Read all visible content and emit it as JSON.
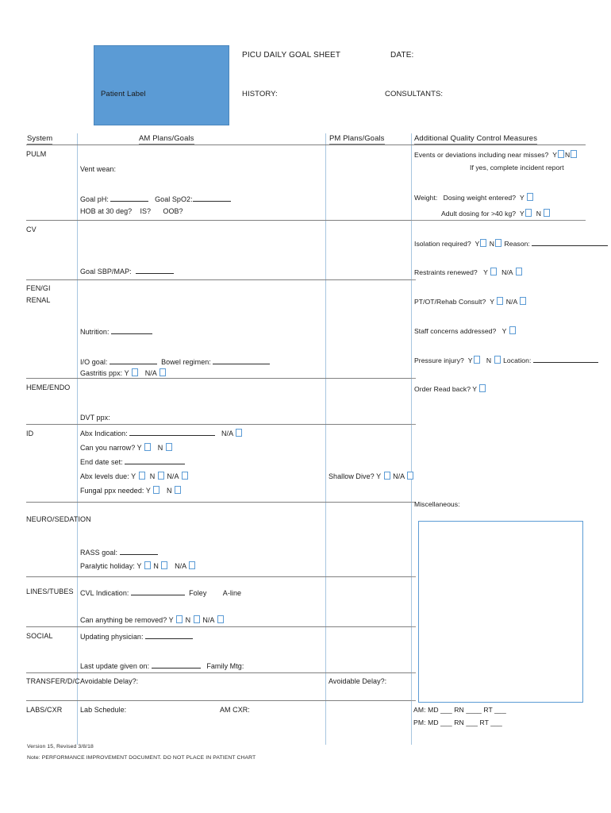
{
  "document": {
    "title": "PICU DAILY GOAL SHEET",
    "date_label": "DATE:",
    "history_label": "HISTORY:",
    "consultants_label": "CONSULTANTS:",
    "patient_label": "Patient Label",
    "patient_label_color": "#5b9bd5"
  },
  "columns": {
    "system": "System",
    "am": "AM Plans/Goals",
    "pm": "PM Plans/Goals",
    "quality": "Additional Quality Control Measures"
  },
  "rows": [
    {
      "system": "PULM",
      "am_lines": [
        "Vent wean:",
        "Goal pH: ________     Goal SpO2:________",
        "HOB at 30 deg?      IS?        OOB?"
      ]
    },
    {
      "system": "CV",
      "am_lines": [
        "Goal SBP/MAP:  _______"
      ]
    },
    {
      "system": "FEN/GI",
      "system2": "RENAL",
      "am_lines": [
        "Nutrition: ________",
        "I/O goal: _________ Bowel regimen: ___________",
        "Gastritis ppx: Y [ ]   N/A [ ]"
      ]
    },
    {
      "system": "HEME/ENDO",
      "am_lines": [
        "DVT ppx:"
      ]
    },
    {
      "system": "ID",
      "am_lines": [
        "Abx Indication: ________________   N/A [ ]",
        "Can you narrow? Y [ ]    N [ ]",
        "End date set: _____________",
        "Abx levels due: Y [ ]  N [ ] N/A [ ]",
        "Fungal ppx needed: Y [ ]   N [ ]"
      ],
      "pm_lines": [
        "Shallow Dive? Y [ ] N/A [ ]"
      ]
    },
    {
      "system": "NEURO/SEDATION",
      "am_lines": [
        "RASS goal: ________",
        "Paralytic holiday: Y [ ] N [ ]   N/A [ ]"
      ]
    },
    {
      "system": "LINES/TUBES",
      "am_lines": [
        "CVL Indication: ___________ Foley          A-line",
        "Can anything be removed? Y [ ] N [ ] N/A [ ]"
      ]
    },
    {
      "system": "SOCIAL",
      "am_lines": [
        "Updating physician: __________",
        "Last update given on: _________   Family Mtg:"
      ]
    },
    {
      "system": "TRANSFER/D/C",
      "am_lines": [
        "Avoidable Delay?:"
      ],
      "pm_lines": [
        "Avoidable Delay?:"
      ]
    },
    {
      "system": "LABS/CXR",
      "am_lines": [
        "Lab Schedule:",
        "AM CXR:"
      ]
    }
  ],
  "quality": {
    "heading": "Additional Quality Control Measures",
    "events_label": "Events or deviations including near misses?",
    "events_y": "Y",
    "events_n": "N",
    "events_note": "If yes, complete incident report",
    "weight_label": "Weight:",
    "weight_dosing_label": "Dosing weight entered?",
    "weight_dosing_y": "Y",
    "adult_dosing_label": "Adult dosing for >40 kg?",
    "adult_dosing_y": "Y",
    "adult_dosing_n": "N",
    "isolation_label": "Isolation required?",
    "isolation_y": "Y",
    "isolation_n": "N",
    "isolation_reason": "Reason:",
    "restraints_label": "Restraints renewed?",
    "restraints_y": "Y",
    "restraints_na": "N/A",
    "ptot_label": "PT/OT/Rehab Consult?",
    "ptot_y": "Y",
    "ptot_na": "N/A",
    "staff_label": "Staff concerns addressed?",
    "staff_y": "Y",
    "pressure_label": "Pressure injury?",
    "pressure_y": "Y",
    "pressure_n": "N",
    "pressure_location": "Location:",
    "order_label": "Order Read back? Y",
    "misc_label": "Miscellaneous:",
    "sig_am": "AM: MD ___ RN ____ RT ___",
    "sig_pm": "PM: MD ___ RN ___ RT ___"
  },
  "footer": {
    "version": "Version 15, Revised 3/8/18",
    "note": "Note: PERFORMANCE IMPROVEMENT DOCUMENT. DO NOT PLACE IN PATIENT CHART"
  }
}
